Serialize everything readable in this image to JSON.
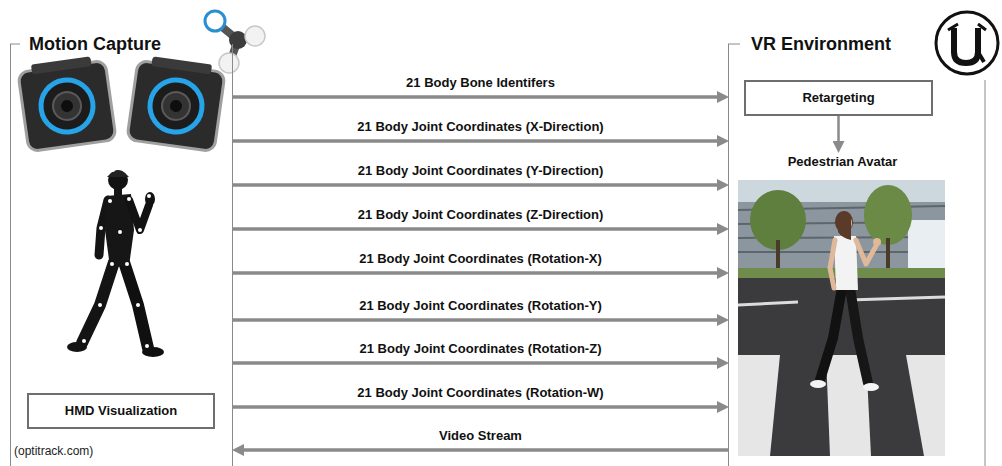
{
  "diagram": {
    "nodes": [
      {
        "text": [
          "Motion Capture"
        ]
      },
      {
        "text": [
          "HMD Visualization"
        ],
        "in": 0
      },
      {
        "text": [
          "VR Environment"
        ]
      },
      {
        "text": [
          "Retargeting"
        ],
        "in": 2
      },
      {
        "text": [
          "Pedestrian Avatar"
        ],
        "in": 2
      }
    ],
    "edges": [
      {
        "from": 0,
        "to": 2,
        "arrow": "to",
        "label": "21 Body Bone Identifers"
      },
      {
        "from": 0,
        "to": 2,
        "arrow": "to",
        "label": "21 Body Joint Coordinates (X-Direction)"
      },
      {
        "from": 0,
        "to": 2,
        "arrow": "to",
        "label": "21 Body Joint Coordinates (Y-Direction)"
      },
      {
        "from": 0,
        "to": 2,
        "arrow": "to",
        "label": "21 Body Joint Coordinates (Z-Direction)"
      },
      {
        "from": 0,
        "to": 2,
        "arrow": "to",
        "label": "21 Body Joint Coordinates (Rotation-X)"
      },
      {
        "from": 0,
        "to": 2,
        "arrow": "to",
        "label": "21 Body Joint Coordinates (Rotation-Y)"
      },
      {
        "from": 0,
        "to": 2,
        "arrow": "to",
        "label": "21 Body Joint Coordinates (Rotation-Z)"
      },
      {
        "from": 0,
        "to": 2,
        "arrow": "to",
        "label": "21 Body Joint Coordinates (Rotation-W)"
      },
      {
        "from": 2,
        "to": 0,
        "arrow": "to",
        "label": "Video Stream"
      },
      {
        "from": 3,
        "to": 4,
        "arrow": "to"
      }
    ],
    "labels": [
      "(optitrack.com)"
    ]
  }
}
